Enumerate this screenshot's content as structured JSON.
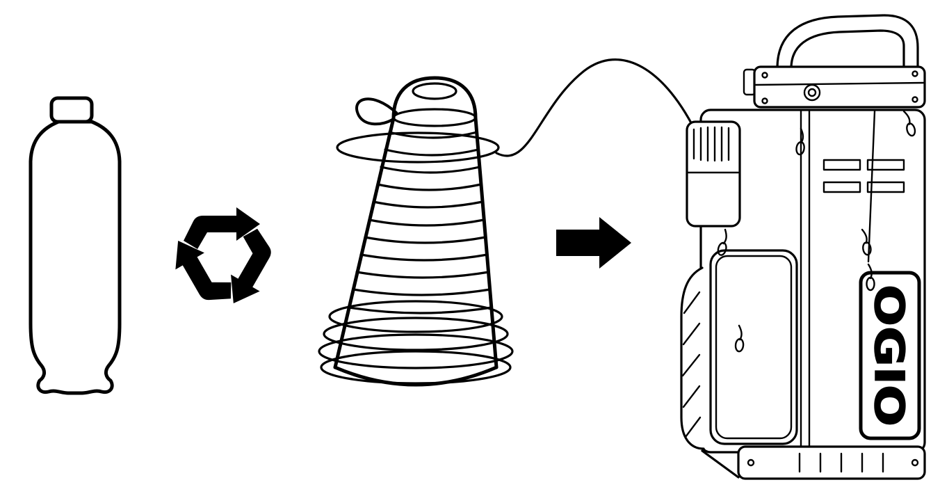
{
  "diagram": {
    "background": "#ffffff",
    "line_color": "#000000",
    "brand_label": "OGIO",
    "steps": [
      {
        "icon": "plastic-bottle-icon",
        "meaning": "recycled plastic bottle"
      },
      {
        "icon": "recycle-icon",
        "meaning": "recycling process"
      },
      {
        "icon": "thread-spool-icon",
        "meaning": "recycled thread cone"
      },
      {
        "icon": "arrow-right-icon",
        "meaning": "becomes"
      },
      {
        "icon": "golf-bag-icon",
        "meaning": "golf cart bag"
      }
    ]
  }
}
